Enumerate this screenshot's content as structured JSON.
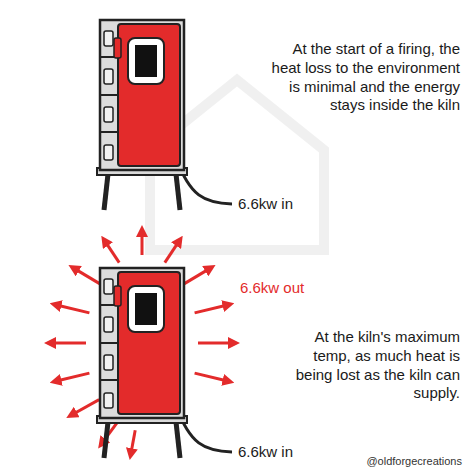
{
  "diagram": {
    "labels": [
      "At the start of a firing, the heat loss to the environment is minimal and the energy stays inside the kiln",
      "6.6kw in",
      "6.6kw out",
      "At the kiln's maximum temp, as much heat is being lost as the kiln can supply.",
      "6.6kw in",
      "@oldforgecreations"
    ]
  }
}
